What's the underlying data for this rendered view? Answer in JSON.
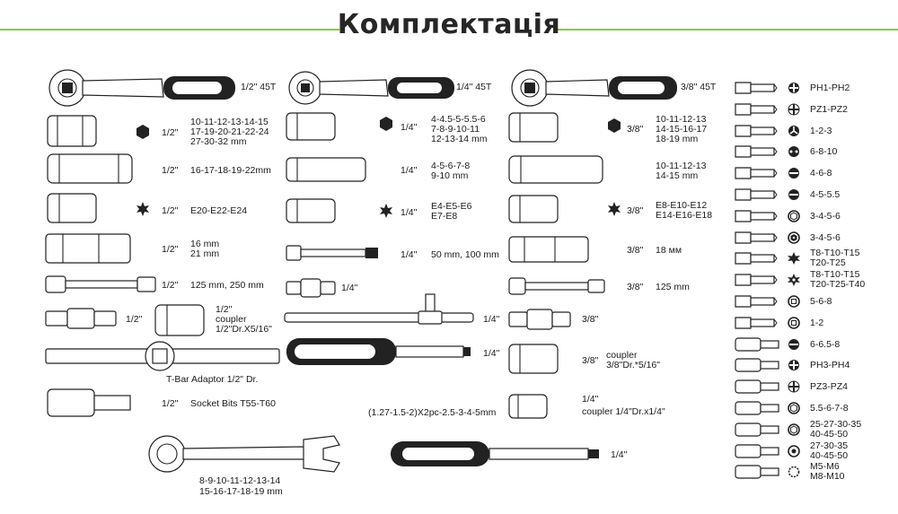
{
  "title": "Комплектація",
  "accent_color": "#8dc63f",
  "col1": {
    "ratchet": "1/2\" 45T",
    "sock_size": "1/2\"",
    "sock_l1": "10-11-12-13-14-15",
    "sock_l2": "17-19-20-21-22-24",
    "sock_l3": "27-30-32 mm",
    "deep_size": "1/2\"",
    "deep_vals": "16-17-18-19-22mm",
    "torx_size": "1/2\"",
    "torx_vals": "E20-E22-E24",
    "spark_size": "1/2\"",
    "spark_l1": "16 mm",
    "spark_l2": "21 mm",
    "ext_size": "1/2\"",
    "ext_vals": "125 mm, 250 mm",
    "uj_size": "1/2\"",
    "coupler_l1": "1/2\"",
    "coupler_l2": "coupler",
    "coupler_l3": "1/2\"Dr.X5/16\"",
    "tbar": "T-Bar Adaptor 1/2\" Dr.",
    "bits_size": "1/2\"",
    "bits_vals": "Socket Bits T55-T60"
  },
  "col2": {
    "ratchet": "1/4\" 45T",
    "sock_size": "1/4\"",
    "sock_l1": "4-4.5-5-5.5-6",
    "sock_l2": "7-8-9-10-11",
    "sock_l3": "12-13-14 mm",
    "deep_size": "1/4\"",
    "deep_l1": "4-5-6-7-8",
    "deep_l2": "9-10 mm",
    "torx_size": "1/4\"",
    "torx_l1": "E4-E5-E6",
    "torx_l2": "E7-E8",
    "ext_size": "1/4\"",
    "ext_vals": "50 mm, 100 mm",
    "uj_size": "1/4\"",
    "tbar_size": "1/4\"",
    "driver_size": "1/4\"",
    "hex_keys": "(1.27-1.5-2)X2pc-2.5-3-4-5mm"
  },
  "col3": {
    "ratchet": "3/8\" 45T",
    "sock_size": "3/8\"",
    "sock_l1": "10-11-12-13",
    "sock_l2": "14-15-16-17",
    "sock_l3": "18-19 mm",
    "deep_l1": "10-11-12-13",
    "deep_l2": "14-15 mm",
    "torx_size": "3/8\"",
    "torx_l1": "E8-E10-E12",
    "torx_l2": "E14-E16-E18",
    "spark_size": "3/8\"",
    "spark_vals": "18 мм",
    "ext_size": "3/8\"",
    "ext_vals": "125 mm",
    "uj_size": "3/8\"",
    "coupler_size": "3/8\"",
    "coupler_l1": "coupler",
    "coupler_l2": "3/8\"Dr.*5/16\"",
    "c14_l1": "1/4\"",
    "c14_l2": "coupler 1/4\"Dr.x1/4\""
  },
  "wrench": {
    "l1": "8-9-10-11-12-13-14",
    "l2": "15-16-17-18-19 mm"
  },
  "bit_driver": {
    "size": "1/4\""
  },
  "bits": [
    {
      "icon": "phillips-icon",
      "text": "PH1-PH2"
    },
    {
      "icon": "pozidriv-icon",
      "text": "PZ1-PZ2"
    },
    {
      "icon": "tri-wing-icon",
      "text": "1-2-3"
    },
    {
      "icon": "spanner-bit-icon",
      "text": "6-8-10"
    },
    {
      "icon": "slotted-icon",
      "text": "4-6-8"
    },
    {
      "icon": "slotted-icon",
      "text": "4-5-5.5"
    },
    {
      "icon": "hex-icon",
      "text": "3-4-5-6"
    },
    {
      "icon": "hex-tamper-icon",
      "text": "3-4-5-6"
    },
    {
      "icon": "torx-icon",
      "text": "T8-T10-T15",
      "text2": "T20-T25"
    },
    {
      "icon": "torx-tamper-icon",
      "text": "T8-T10-T15",
      "text2": "T20-T25-T40"
    },
    {
      "icon": "square-icon",
      "text": "5-6-8"
    },
    {
      "icon": "square-icon",
      "text": "1-2"
    },
    {
      "icon": "slotted-icon",
      "text": "6-6.5-8"
    },
    {
      "icon": "phillips-icon",
      "text": "PH3-PH4"
    },
    {
      "icon": "pozidriv-icon",
      "text": "PZ3-PZ4"
    },
    {
      "icon": "hex-icon",
      "text": "5.5-6-7-8"
    },
    {
      "icon": "hex-icon",
      "text": "25-27-30-35",
      "text2": "40-45-50"
    },
    {
      "icon": "triple-square-icon",
      "text": "27-30-35",
      "text2": "40-45-50"
    },
    {
      "icon": "spline-icon",
      "text": "M5-M6",
      "text2": "M8-M10"
    }
  ]
}
